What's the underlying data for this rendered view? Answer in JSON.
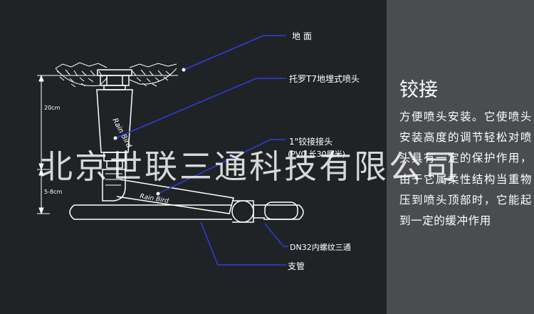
{
  "diagram": {
    "labels": {
      "ground": "地 面",
      "sprinkler": "托罗T7地埋式喷头",
      "swing_joint": "1\"铰接接头",
      "swing_joint_spec": "(PVC 长30厘米)",
      "tee": "DN32内螺纹三通",
      "lateral_pipe": "支管",
      "dim_upper": "20cm",
      "dim_lower": "5-8cm",
      "brand": "Rain Bird"
    }
  },
  "panel": {
    "title": "铰接",
    "body": "方便喷头安装。它使喷头安装高度的调节轻松对喷头具有一定的保护作用，由于它属柔性结构当重物压到喷头顶部时，它能起到一定的缓冲作用"
  },
  "watermark": {
    "text": "北京世联三通科技有限公司"
  },
  "colors": {
    "diagram_bg": "#202326",
    "panel_bg": "#4a4c50",
    "leader": "#2a3fe0",
    "text": "#ffffff"
  }
}
